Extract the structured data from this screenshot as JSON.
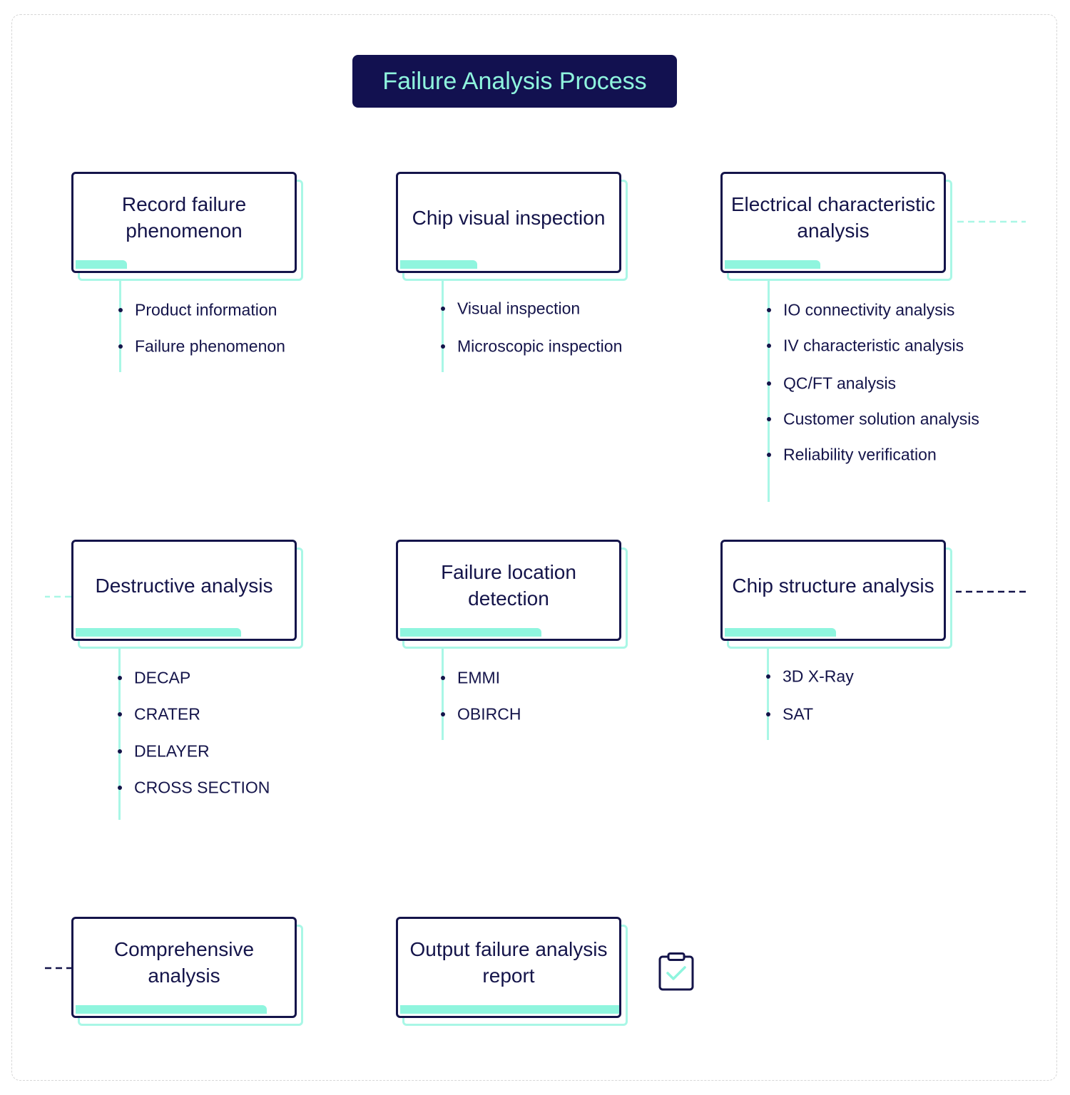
{
  "title": "Failure Analysis Process",
  "colors": {
    "navy": "#14144a",
    "mint": "#8ff5de",
    "mint_light": "#a9f7e6"
  },
  "steps": [
    {
      "label": "Record failure phenomenon",
      "items": [
        "Product information",
        "Failure phenomenon"
      ]
    },
    {
      "label": "Chip visual inspection",
      "items": [
        "Visual inspection",
        "Microscopic inspection"
      ]
    },
    {
      "label": "Electrical characteristic analysis",
      "items": [
        "IO connectivity analysis",
        "IV characteristic analysis",
        "QC/FT analysis",
        "Customer solution analysis",
        "Reliability verification"
      ]
    },
    {
      "label": "Chip structure analysis",
      "items": [
        "3D X-Ray",
        "SAT"
      ]
    },
    {
      "label": "Failure location detection",
      "items": [
        "EMMI",
        "OBIRCH"
      ]
    },
    {
      "label": "Destructive analysis",
      "items": [
        "DECAP",
        "CRATER",
        "DELAYER",
        "CROSS SECTION"
      ]
    },
    {
      "label": "Comprehensive analysis",
      "items": []
    },
    {
      "label": "Output failure analysis report",
      "items": []
    }
  ],
  "end_icon": "clipboard-check-icon"
}
